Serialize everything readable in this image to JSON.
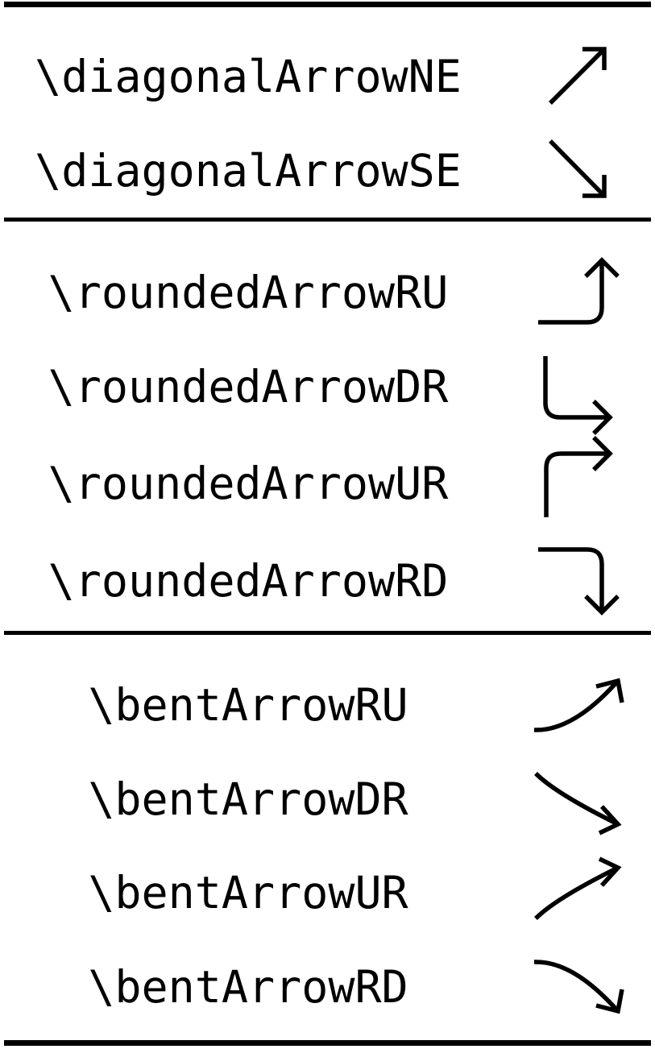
{
  "document": {
    "type": "command-reference-table",
    "colors": {
      "ink": "#000000",
      "background": "#ffffff"
    }
  },
  "rows": [
    {
      "command": "\\diagonalArrowNE",
      "icon": "diagonal-ne-arrow"
    },
    {
      "command": "\\diagonalArrowSE",
      "icon": "diagonal-se-arrow"
    },
    {
      "command": "\\roundedArrowRU",
      "icon": "rounded-ru-arrow"
    },
    {
      "command": "\\roundedArrowDR",
      "icon": "rounded-dr-arrow"
    },
    {
      "command": "\\roundedArrowUR",
      "icon": "rounded-ur-arrow"
    },
    {
      "command": "\\roundedArrowRD",
      "icon": "rounded-rd-arrow"
    },
    {
      "command": "\\bentArrowRU",
      "icon": "bent-ru-arrow"
    },
    {
      "command": "\\bentArrowDR",
      "icon": "bent-dr-arrow"
    },
    {
      "command": "\\bentArrowUR",
      "icon": "bent-ur-arrow"
    },
    {
      "command": "\\bentArrowRD",
      "icon": "bent-rd-arrow"
    }
  ]
}
